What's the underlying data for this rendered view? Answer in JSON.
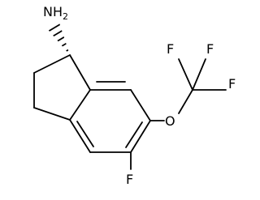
{
  "molecule": {
    "atoms": {
      "amine": {
        "symbol": "NH",
        "subscript": "2"
      },
      "fluorine_ring": "F",
      "oxygen": "O",
      "fluorine_top_left": "F",
      "fluorine_top_right": "F",
      "fluorine_right": "F"
    }
  }
}
